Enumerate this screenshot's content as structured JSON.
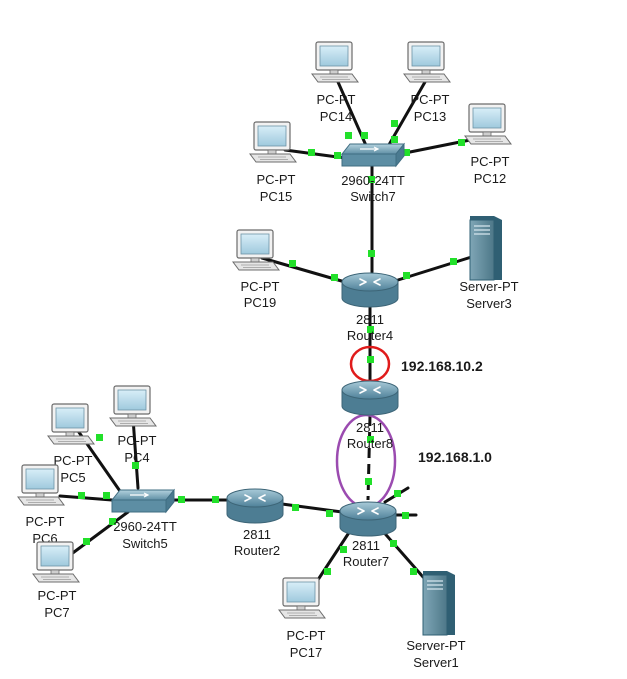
{
  "colors": {
    "cable": "#111111",
    "link_light": "#22e02a",
    "router_body": "#6f9fb4",
    "switch_body": "#7fa8bb",
    "highlight_red": "#e01b1b",
    "highlight_purple": "#9b4bb0"
  },
  "annotations": {
    "ip_router4_router8": "192.168.10.2",
    "ip_router8_router7": "192.168.1.0"
  },
  "devices": {
    "pc14": {
      "type": "PC-PT",
      "name": "PC14"
    },
    "pc13": {
      "type": "PC-PT",
      "name": "PC13"
    },
    "pc12": {
      "type": "PC-PT",
      "name": "PC12"
    },
    "pc15": {
      "type": "PC-PT",
      "name": "PC15"
    },
    "switch7": {
      "type": "2960-24TT",
      "name": "Switch7"
    },
    "pc19": {
      "type": "PC-PT",
      "name": "PC19"
    },
    "server3": {
      "type": "Server-PT",
      "name": "Server3"
    },
    "router4": {
      "type": "2811",
      "name": "Router4"
    },
    "router8": {
      "type": "2811",
      "name": "Router8"
    },
    "pc4": {
      "type": "PC-PT",
      "name": "PC4"
    },
    "pc5": {
      "type": "PC-PT",
      "name": "PC5"
    },
    "pc6": {
      "type": "PC-PT",
      "name": "PC6"
    },
    "pc7": {
      "type": "PC-PT",
      "name": "PC7"
    },
    "switch5": {
      "type": "2960-24TT",
      "name": "Switch5"
    },
    "router2": {
      "type": "2811",
      "name": "Router2"
    },
    "router7": {
      "type": "2811",
      "name": "Router7"
    },
    "pc17": {
      "type": "PC-PT",
      "name": "PC17"
    },
    "server1": {
      "type": "Server-PT",
      "name": "Server1"
    }
  }
}
